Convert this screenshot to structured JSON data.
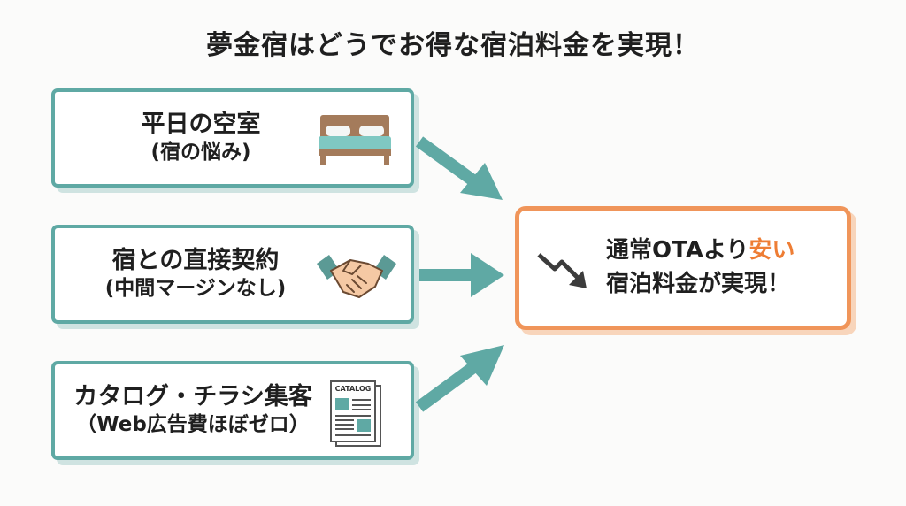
{
  "title": "夢金宿はどうでお得な宿泊料金を実現！",
  "boxes": [
    {
      "main": "平日の空室",
      "sub": "(宿の悩み)",
      "icon": "bed-icon"
    },
    {
      "main": "宿との直接契約",
      "sub": "(中間マージンなし)",
      "icon": "handshake-icon"
    },
    {
      "main": "カタログ・チラシ集客",
      "sub": "（Web広告費ほぼゼロ）",
      "icon": "catalog-icon"
    }
  ],
  "catalog_label": "CATALOG",
  "result": {
    "line1_prefix": "通常OTAより",
    "line1_accent": "安い",
    "line2": "宿泊料金が実現！",
    "icon": "price-down-arrow-icon"
  },
  "colors": {
    "teal": "#5fa9a4",
    "orange": "#f0955a",
    "accent_text": "#ee7d34"
  }
}
